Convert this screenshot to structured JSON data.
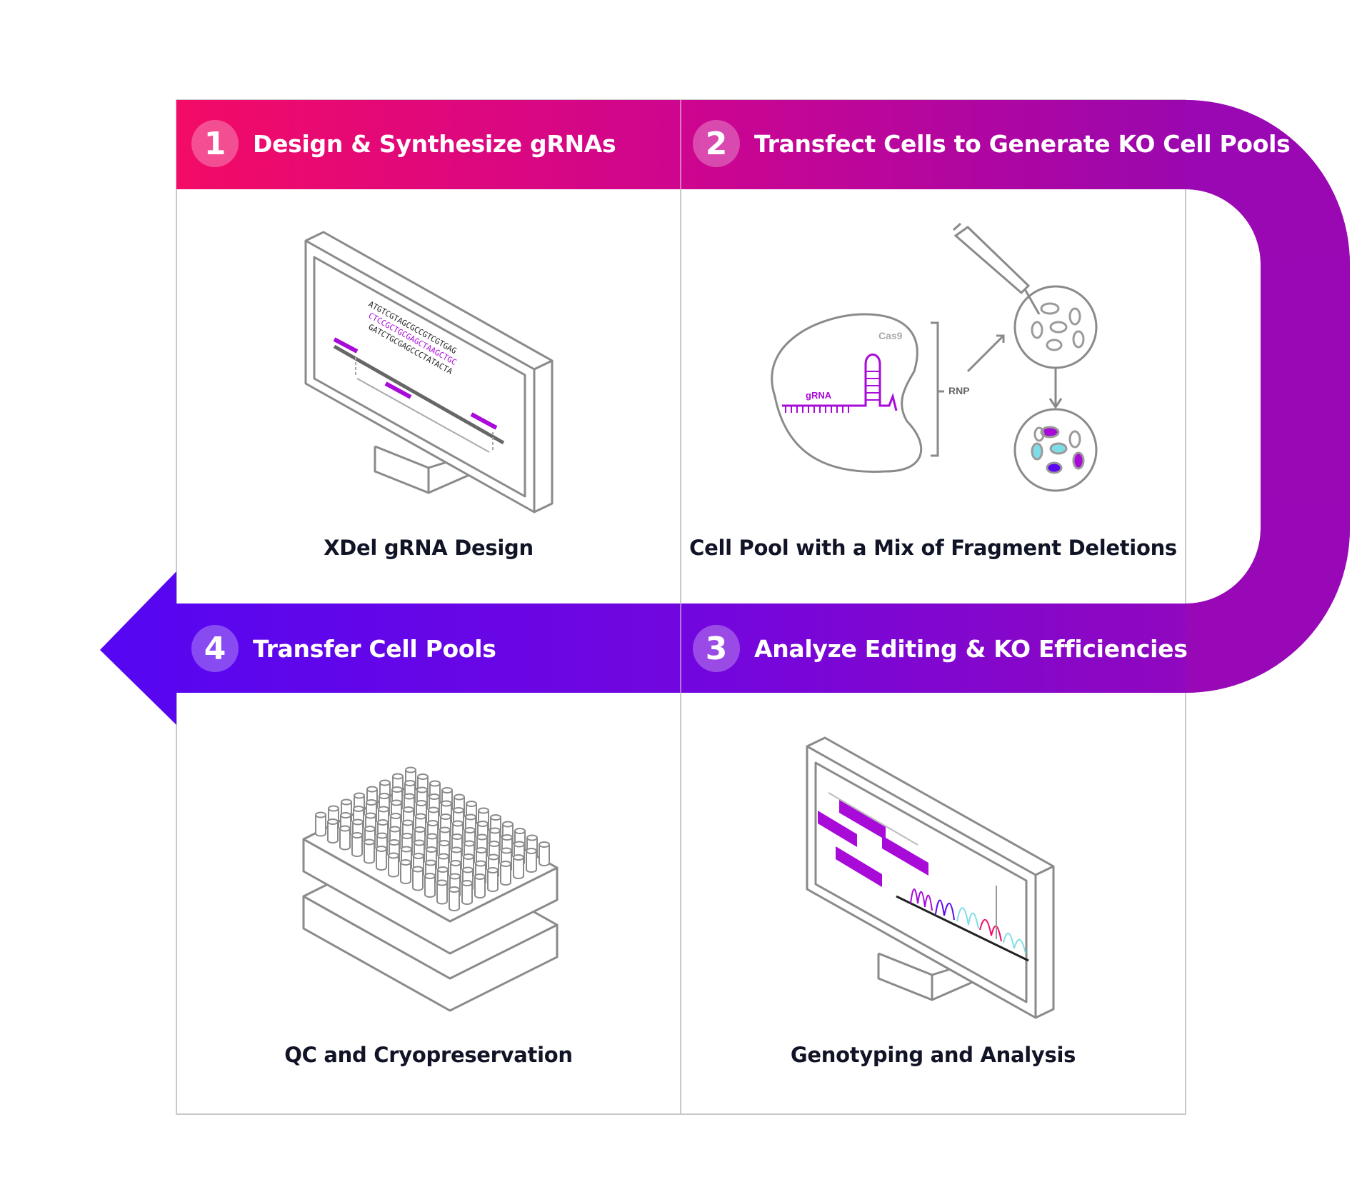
{
  "steps": [
    {
      "number": "1",
      "title": "Design & Synthesize gRNAs",
      "caption": "XDel gRNA Design"
    },
    {
      "number": "2",
      "title": "Transfect Cells to Generate KO Cell Pools",
      "caption": "Cell Pool with a Mix of Fragment Deletions"
    },
    {
      "number": "3",
      "title": "Analyze Editing & KO Efficiencies",
      "caption": "Genotyping and Analysis"
    },
    {
      "number": "4",
      "title": "Transfer Cell Pools",
      "caption": "QC and Cryopreservation"
    }
  ],
  "illustrations": {
    "sequence_lines": [
      "ATGTCGTAGCGCCGTCGTGAG",
      "CTCCGCTGCGAGCTAAGCTGC",
      "GATCTGCGAGCCCTATACTA"
    ],
    "cas9_label": "Cas9",
    "grna_label": "gRNA",
    "rnp_label": "RNP"
  },
  "colors": {
    "pink": "#ef0a6a",
    "magenta": "#b1049f",
    "purple": "#5a06ee",
    "accent_violet": "#a80ad8",
    "cyan": "#7fdde8",
    "outline": "#8a8a8a",
    "text_dark": "#111426"
  }
}
